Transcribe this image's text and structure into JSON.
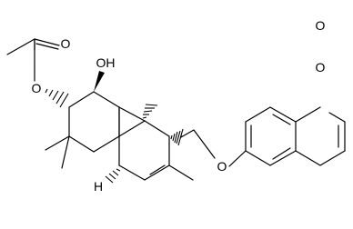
{
  "diagram_type": "skeletal chemical structure",
  "atom_labels": {
    "acetate_carbonyl_oxygen": "O",
    "acetate_ester_oxygen": "O",
    "hydroxyl": "OH",
    "ring_hydrogen": "H",
    "ether_oxygen": "O",
    "lactone_ring_oxygen": "O",
    "lactone_carbonyl_oxygen": "O"
  }
}
